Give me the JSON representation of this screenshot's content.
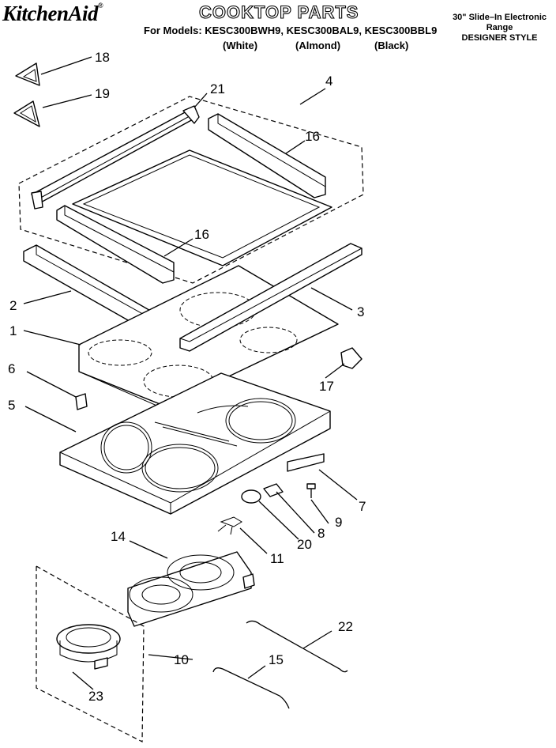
{
  "header": {
    "brand": "KitchenAid",
    "brand_mark": "®",
    "title": "COOKTOP PARTS",
    "models_line": "For Models: KESC300BWH9, KESC300BAL9, KESC300BBL9",
    "colors": [
      "(White)",
      "(Almond)",
      "(Black)"
    ],
    "range_desc": [
      "30\" Slide–In Electronic",
      "Range",
      "DESIGNER STYLE"
    ]
  },
  "callouts": [
    "1",
    "2",
    "3",
    "4",
    "5",
    "6",
    "7",
    "8",
    "9",
    "10",
    "11",
    "14",
    "15",
    "16",
    "16",
    "17",
    "18",
    "19",
    "20",
    "21",
    "22",
    "23"
  ]
}
